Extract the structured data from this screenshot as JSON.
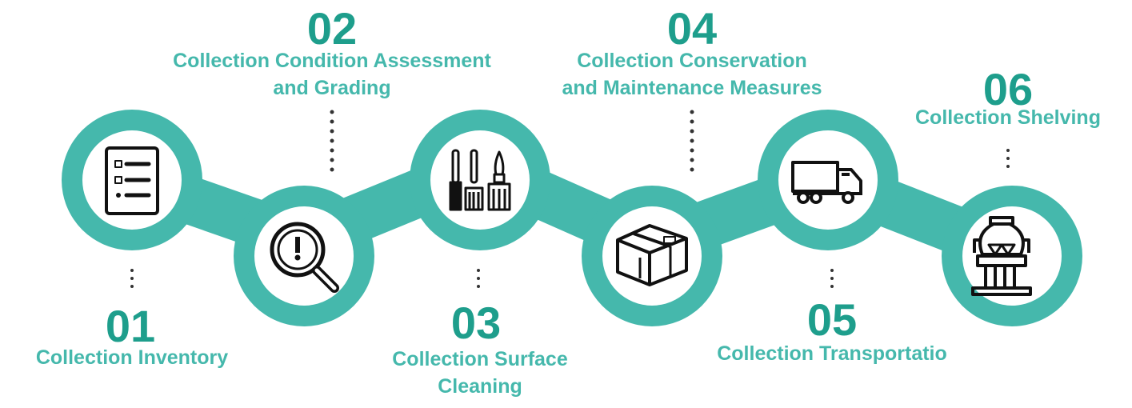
{
  "colors": {
    "teal": "#45B8AC",
    "number": "#1E9E8C",
    "title": "#45B8AC",
    "icon": "#111111",
    "dots": "#333333"
  },
  "steps": [
    {
      "number": "01",
      "title": "Collection Inventory",
      "icon": "checklist-icon"
    },
    {
      "number": "02",
      "title_line1": "Collection Condition Assessment",
      "title_line2": "and Grading",
      "icon": "magnifier-alert-icon"
    },
    {
      "number": "03",
      "title_line1": "Collection Surface",
      "title_line2": "Cleaning",
      "icon": "brushes-icon"
    },
    {
      "number": "04",
      "title_line1": "Collection Conservation",
      "title_line2": "and Maintenance Measures",
      "icon": "boxes-icon"
    },
    {
      "number": "05",
      "title": "Collection Transportatio",
      "icon": "truck-icon"
    },
    {
      "number": "06",
      "title": "Collection Shelving",
      "icon": "vase-icon"
    }
  ]
}
